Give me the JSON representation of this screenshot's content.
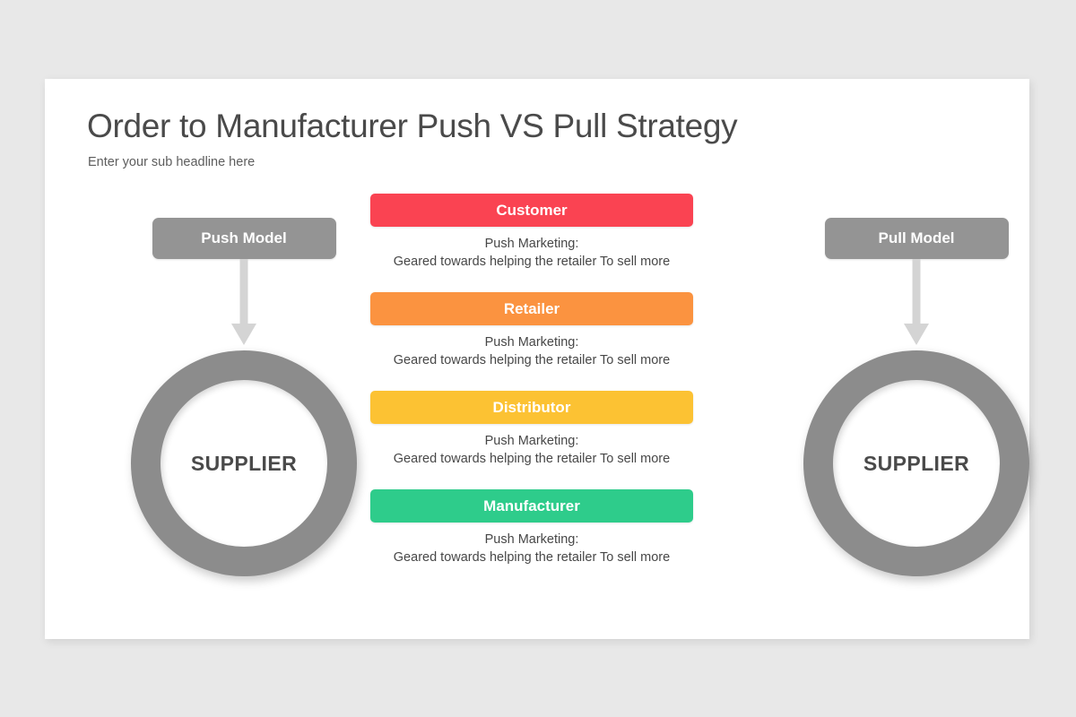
{
  "slide": {
    "title": "Order to Manufacturer Push VS Pull Strategy",
    "subtitle": "Enter your sub headline here"
  },
  "models": {
    "push": {
      "badge_label": "Push Model",
      "arrow_icon": "arrow-down-icon",
      "node_label": "SUPPLIER"
    },
    "pull": {
      "badge_label": "Pull Model",
      "arrow_icon": "arrow-down-icon",
      "node_label": "SUPPLIER"
    }
  },
  "stages": [
    {
      "label": "Customer",
      "color": "#FA4352",
      "desc_line1": "Push Marketing:",
      "desc_line2": "Geared towards helping the retailer To sell more"
    },
    {
      "label": "Retailer",
      "color": "#FB9340",
      "desc_line1": "Push Marketing:",
      "desc_line2": "Geared towards helping the retailer To sell more"
    },
    {
      "label": "Distributor",
      "color": "#FCC233",
      "desc_line1": "Push Marketing:",
      "desc_line2": "Geared towards helping the retailer To sell more"
    },
    {
      "label": "Manufacturer",
      "color": "#2ECC8B",
      "desc_line1": "Push Marketing:",
      "desc_line2": "Geared towards helping the retailer To sell more"
    }
  ],
  "theme": {
    "page_background": "#E8E8E8",
    "card_background": "#FFFFFF",
    "badge_gray": "#949494",
    "donut_gray": "#8C8C8C",
    "arrow_gray": "#D4D4D4",
    "title_color": "#4A4A4A",
    "body_color": "#474747"
  }
}
